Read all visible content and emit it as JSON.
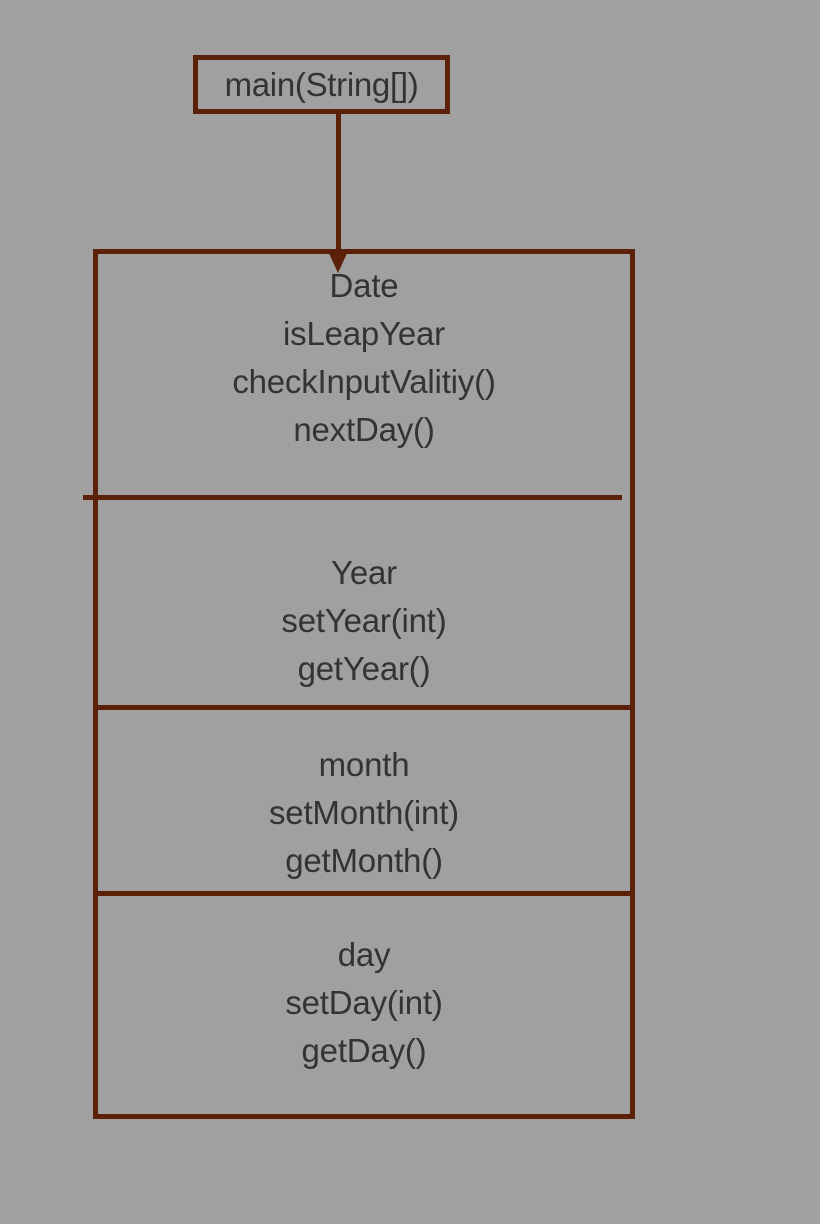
{
  "diagram": {
    "title": "Date class structure diagram",
    "background_color": "#a0a0a0",
    "stroke_color": "#5a2108",
    "text_color": "#333333",
    "entry": {
      "label": "main(String[])"
    },
    "connector": {
      "kind": "arrow-down",
      "from": "main(String[])",
      "to": "Date"
    },
    "class_box": {
      "compartments": [
        {
          "name": "date",
          "lines": [
            "Date",
            "isLeapYear",
            "checkInputValitiy()",
            "nextDay()"
          ]
        },
        {
          "name": "year",
          "lines": [
            "Year",
            "setYear(int)",
            "getYear()"
          ]
        },
        {
          "name": "month",
          "lines": [
            "month",
            "setMonth(int)",
            "getMonth()"
          ]
        },
        {
          "name": "day",
          "lines": [
            "day",
            "setDay(int)",
            "getDay()"
          ]
        }
      ]
    }
  }
}
